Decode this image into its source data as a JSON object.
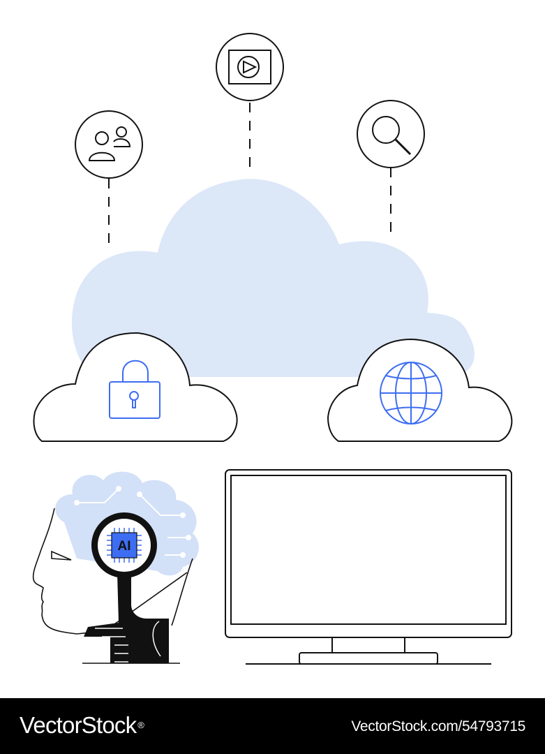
{
  "footer": {
    "brand": "VectorStock",
    "brand_mark": "®",
    "image_ref": "VectorStock.com/54793715"
  },
  "head": {
    "chip_label": "AI"
  },
  "icons": [
    "users-icon",
    "video-play-icon",
    "search-icon",
    "lock-icon",
    "globe-icon",
    "ai-chip-icon",
    "monitor-icon"
  ],
  "colors": {
    "cloud_fill": "#dce7f8",
    "accent_blue": "#3d6df2",
    "chip_blue": "#3d6df2",
    "brain_blue": "#d2e0f8",
    "line": "#111111",
    "footer_bg": "#000000",
    "footer_text": "#ffffff"
  }
}
